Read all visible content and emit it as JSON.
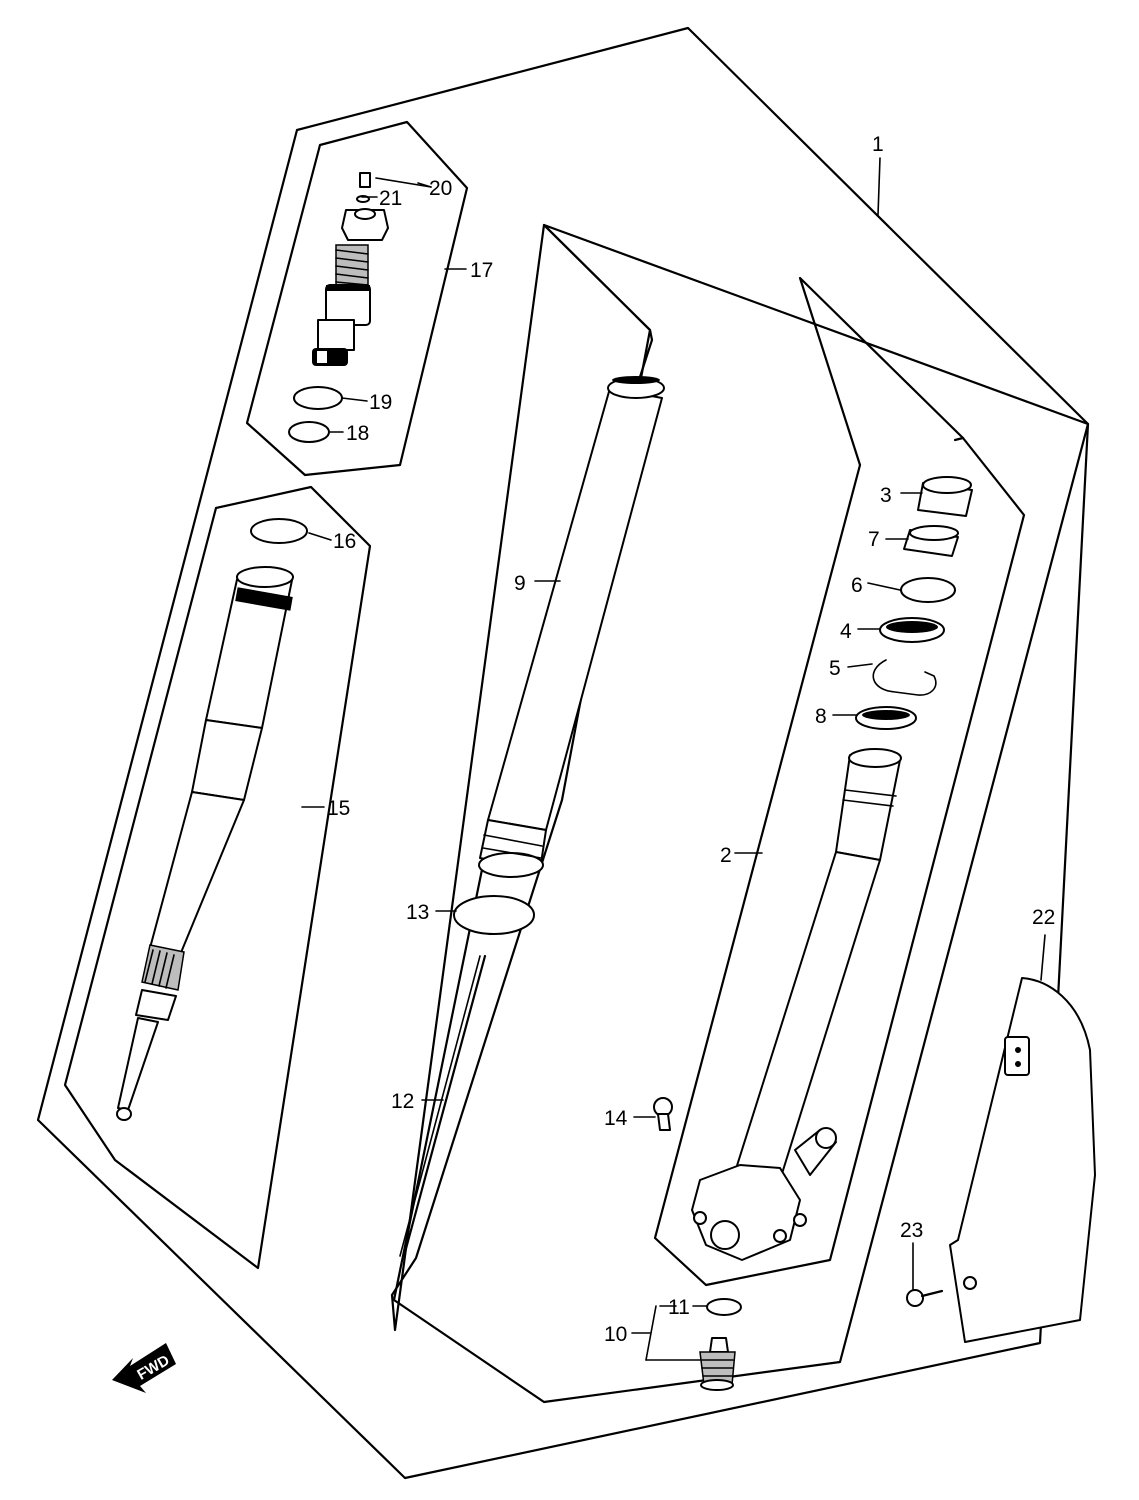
{
  "callouts": {
    "c1": "1",
    "c2": "2",
    "c3": "3",
    "c4": "4",
    "c5": "5",
    "c6": "6",
    "c7": "7",
    "c8": "8",
    "c9": "9",
    "c10": "10",
    "c11": "11",
    "c12": "12",
    "c13": "13",
    "c14": "14",
    "c15": "15",
    "c16": "16",
    "c17": "17",
    "c18": "18",
    "c19": "19",
    "c20": "20",
    "c21": "21",
    "c22": "22",
    "c23": "23"
  },
  "fwd_label": "FWD"
}
